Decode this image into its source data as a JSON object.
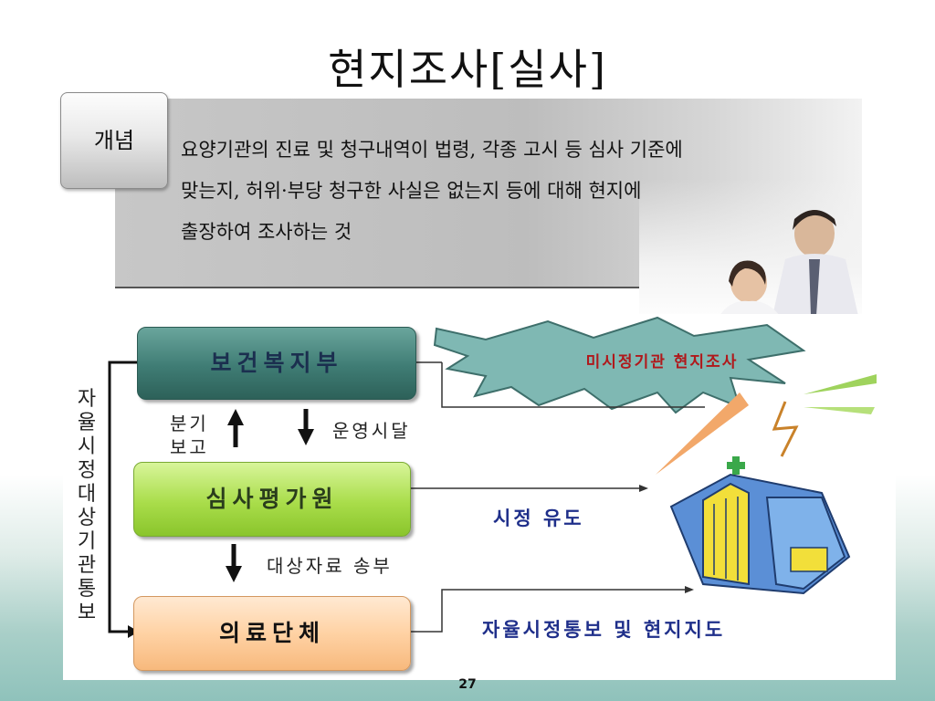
{
  "slide": {
    "title": "현지조사[실사]",
    "concept_tab_label": "개념",
    "concept_text": [
      "요양기관의 진료 및 청구내역이 법령, 각종 고시 등 심사 기준에",
      "맞는지, 허위·부당 청구한 사실은 없는지 등에 대해 현지에",
      "출장하여 조사하는 것"
    ],
    "page_number": "27"
  },
  "diagram": {
    "boxes": {
      "mohw": "보건복지부",
      "hira": "심사평가원",
      "assoc": "의료단체"
    },
    "side_label_chars": [
      "자",
      "율",
      "시",
      "정",
      "대",
      "상",
      "기",
      "관",
      "통",
      "보"
    ],
    "quarterly_report_line1": "분기",
    "quarterly_report_line2": "보고",
    "operation_instruction": "운영시달",
    "send_target_data": "대상자료 송부",
    "starburst_label": "미시정기관  현지조사",
    "induce_correction": "시정 유도",
    "notify_and_guide": "자율시정통보 및 현지지도",
    "colors": {
      "mohw": "#3f7c74",
      "hira": "#a9dd4a",
      "assoc": "#ffd2a4",
      "starburst": "#7fb8b3",
      "blue_text": "#1f2f8a",
      "red_text": "#b0181b"
    }
  }
}
